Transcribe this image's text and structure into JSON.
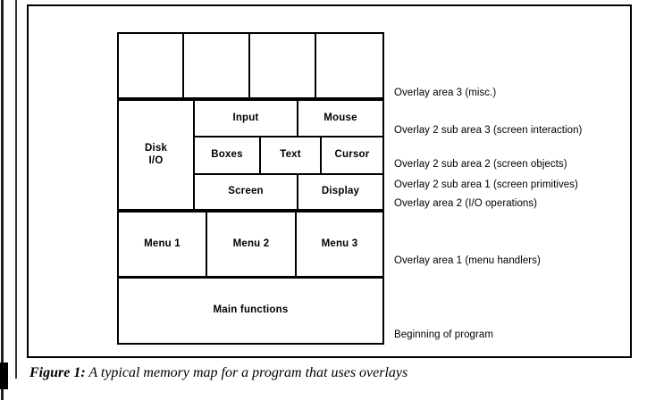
{
  "caption": {
    "label": "Figure 1:",
    "text": "A typical memory map for a program that uses overlays"
  },
  "diagram": {
    "title": "A typical memory map for a program that uses overlays",
    "colors": {
      "ink": "#000000",
      "paper": "#ffffff"
    },
    "rows": [
      {
        "name": "overlay-area-3",
        "blocks": [
          {
            "label": ""
          },
          {
            "label": ""
          },
          {
            "label": ""
          },
          {
            "label": ""
          }
        ]
      },
      {
        "name": "overlay-area-2",
        "left_block": {
          "label": "Disk\nI/O",
          "line1": "Disk",
          "line2": "I/O"
        },
        "sub_rows": [
          {
            "name": "overlay-2-sub-area-3",
            "blocks": [
              {
                "label": "Input"
              },
              {
                "label": "Mouse"
              }
            ]
          },
          {
            "name": "overlay-2-sub-area-2",
            "blocks": [
              {
                "label": "Boxes"
              },
              {
                "label": "Text"
              },
              {
                "label": "Cursor"
              }
            ]
          },
          {
            "name": "overlay-2-sub-area-1",
            "blocks": [
              {
                "label": "Screen"
              },
              {
                "label": "Display"
              }
            ]
          }
        ]
      },
      {
        "name": "overlay-area-1",
        "blocks": [
          {
            "label": "Menu 1"
          },
          {
            "label": "Menu 2"
          },
          {
            "label": "Menu 3"
          }
        ]
      },
      {
        "name": "main-program",
        "blocks": [
          {
            "label": "Main functions"
          }
        ]
      }
    ]
  },
  "annotations": [
    {
      "name": "annotation-overlay-area-3",
      "text": "Overlay area 3 (misc.)"
    },
    {
      "name": "annotation-overlay-2-sub-area-3",
      "text": "Overlay 2 sub area 3 (screen interaction)"
    },
    {
      "name": "annotation-overlay-2-sub-area-2",
      "text": "Overlay 2 sub area 2 (screen objects)"
    },
    {
      "name": "annotation-overlay-2-sub-area-1",
      "text": "Overlay 2 sub area 1 (screen  primitives)"
    },
    {
      "name": "annotation-overlay-area-2",
      "text": "Overlay area 2 (I/O operations)"
    },
    {
      "name": "annotation-overlay-area-1",
      "text": "Overlay area 1 (menu handlers)"
    },
    {
      "name": "annotation-beginning-of-program",
      "text": "Beginning of program"
    }
  ]
}
